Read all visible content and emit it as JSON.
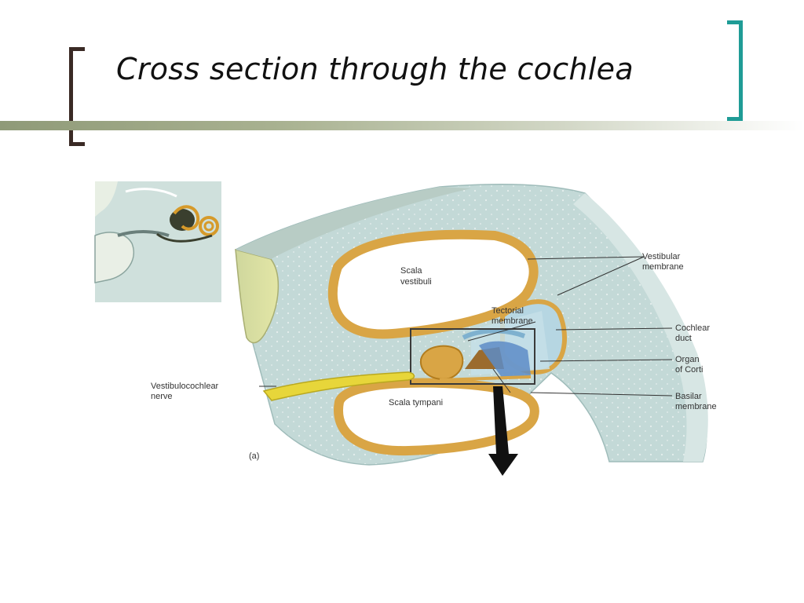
{
  "slide": {
    "title": "Cross section through the cochlea"
  },
  "figure": {
    "panel_label": "(a)",
    "labels": {
      "scala_vestibuli": [
        "Scala",
        "vestibuli"
      ],
      "scala_tympani": "Scala tympani",
      "tectorial_membrane": [
        "Tectorial",
        "membrane"
      ],
      "vestibular_membrane": [
        "Vestibular",
        "membrane"
      ],
      "cochlear_duct": [
        "Cochlear",
        "duct"
      ],
      "organ_of_corti": [
        "Organ",
        "of Corti"
      ],
      "basilar_membrane": [
        "Basilar",
        "membrane"
      ],
      "vestibulocochlear_nerve": [
        "Vestibulocochlear",
        "nerve"
      ]
    }
  },
  "colors": {
    "bone_blue": "#c3d9d7",
    "bone_dots": "#e6efee",
    "membrane_orange": "#d9a545",
    "duct_blue": "#b6d6e2",
    "nerve_yellow": "#e7d63a",
    "left_bracket": "#3a2a25",
    "right_bracket": "#1f9c96"
  }
}
